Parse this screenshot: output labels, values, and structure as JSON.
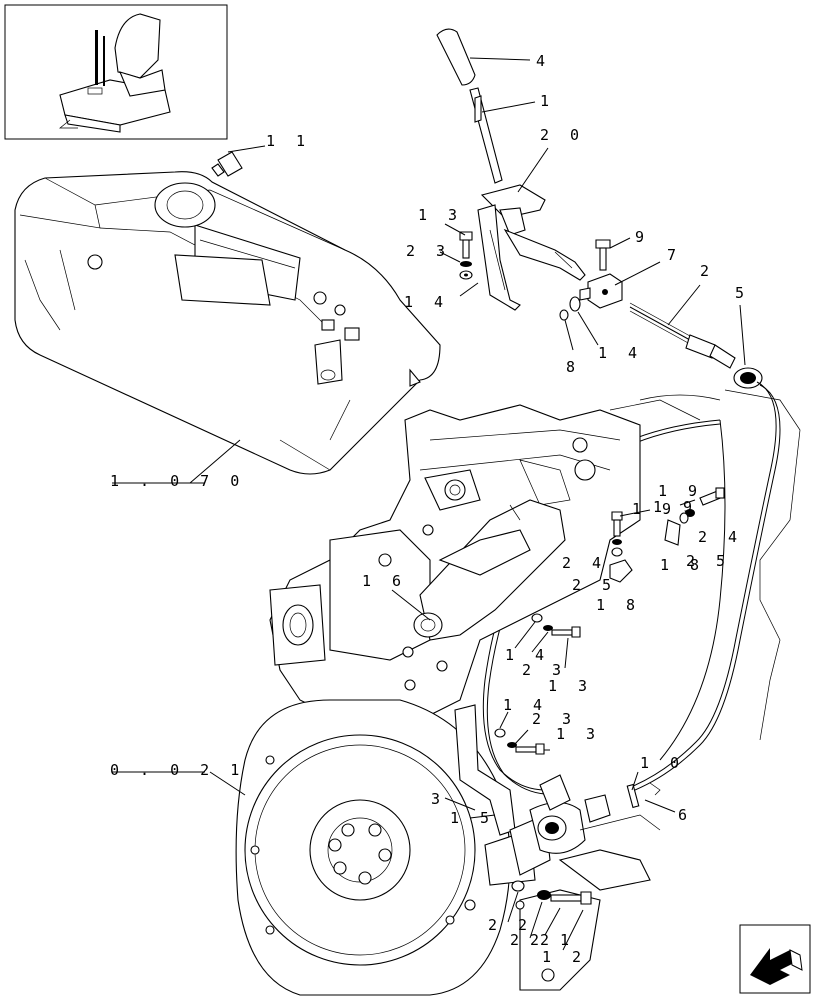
{
  "diagram": {
    "callouts": [
      {
        "id": "c4",
        "text": "4"
      },
      {
        "id": "c1",
        "text": "1"
      },
      {
        "id": "c20",
        "text": "2 0"
      },
      {
        "id": "c11",
        "text": "1 1"
      },
      {
        "id": "c13a",
        "text": "1 3"
      },
      {
        "id": "c23a",
        "text": "2 3"
      },
      {
        "id": "c14a",
        "text": "1 4"
      },
      {
        "id": "c9",
        "text": "9"
      },
      {
        "id": "c7",
        "text": "7"
      },
      {
        "id": "c2",
        "text": "2"
      },
      {
        "id": "c5",
        "text": "5"
      },
      {
        "id": "c8",
        "text": "8"
      },
      {
        "id": "c14b",
        "text": "1 4"
      },
      {
        "id": "c1070",
        "text": "1 . 0 7 0"
      },
      {
        "id": "c19a",
        "text": "1 9"
      },
      {
        "id": "c19b",
        "text": "1 9"
      },
      {
        "id": "c19c",
        "text": "1 9"
      },
      {
        "id": "c24a",
        "text": "2 4"
      },
      {
        "id": "c25a",
        "text": "2 5"
      },
      {
        "id": "c18a",
        "text": "1 8"
      },
      {
        "id": "c24b",
        "text": "2 4"
      },
      {
        "id": "c25b",
        "text": "2 5"
      },
      {
        "id": "c18b",
        "text": "1 8"
      },
      {
        "id": "c16",
        "text": "1 6"
      },
      {
        "id": "c14c",
        "text": "1 4"
      },
      {
        "id": "c23b",
        "text": "2 3"
      },
      {
        "id": "c13b",
        "text": "1 3"
      },
      {
        "id": "c14d",
        "text": "1 4"
      },
      {
        "id": "c23c",
        "text": "2 3"
      },
      {
        "id": "c13c",
        "text": "1 3"
      },
      {
        "id": "c0021",
        "text": "0 . 0 2 1"
      },
      {
        "id": "c10",
        "text": "1 0"
      },
      {
        "id": "c3",
        "text": "3"
      },
      {
        "id": "c15",
        "text": "1 5"
      },
      {
        "id": "c6",
        "text": "6"
      },
      {
        "id": "c22a",
        "text": "2 2"
      },
      {
        "id": "c22b",
        "text": "2 2"
      },
      {
        "id": "c21",
        "text": "2 1"
      },
      {
        "id": "c12",
        "text": "1 2"
      }
    ],
    "inset": {
      "icon": "tractor-seat-location-icon"
    },
    "nav": {
      "icon": "return-arrow-icon"
    }
  }
}
